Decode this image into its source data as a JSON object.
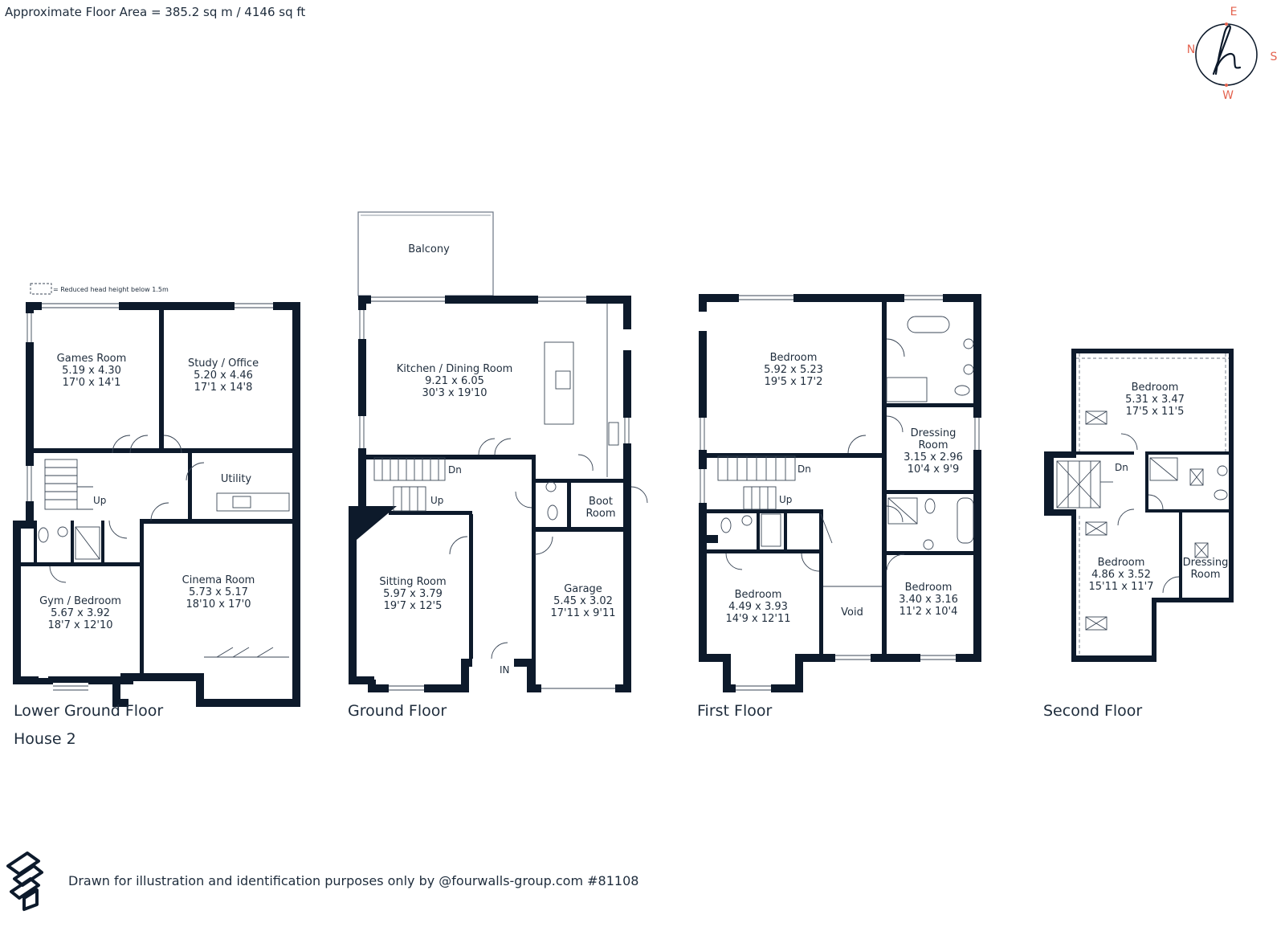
{
  "header": {
    "floor_area": "Approximate Floor Area = 385.2 sq m / 4146 sq ft"
  },
  "compass": {
    "north": "N",
    "east": "E",
    "south": "S",
    "west": "W",
    "accent_color": "#e4634f"
  },
  "legend": {
    "reduced_head_height": "= Reduced head height below 1.5m"
  },
  "floors": {
    "lower_ground": {
      "title": "Lower Ground Floor",
      "subtitle": "House 2",
      "stairs_label": "Up",
      "games": {
        "name": "Games Room",
        "metric": "5.19 x 4.30",
        "imperial": "17'0 x 14'1"
      },
      "study": {
        "name": "Study / Office",
        "metric": "5.20 x 4.46",
        "imperial": "17'1 x 14'8"
      },
      "utility": {
        "name": "Utility"
      },
      "gym": {
        "name": "Gym / Bedroom",
        "metric": "5.67 x 3.92",
        "imperial": "18'7 x 12'10"
      },
      "cinema": {
        "name": "Cinema Room",
        "metric": "5.73 x 5.17",
        "imperial": "18'10 x 17'0"
      }
    },
    "ground": {
      "title": "Ground Floor",
      "balcony": "Balcony",
      "stairs_down": "Dn",
      "stairs_up": "Up",
      "entrance": "IN",
      "kitchen": {
        "name": "Kitchen / Dining Room",
        "metric": "9.21 x 6.05",
        "imperial": "30'3 x 19'10"
      },
      "boot": {
        "line1": "Boot",
        "line2": "Room"
      },
      "sitting": {
        "name": "Sitting Room",
        "metric": "5.97 x 3.79",
        "imperial": "19'7 x 12'5"
      },
      "garage": {
        "name": "Garage",
        "metric": "5.45 x 3.02",
        "imperial": "17'11 x 9'11"
      }
    },
    "first": {
      "title": "First Floor",
      "stairs_down": "Dn",
      "stairs_up": "Up",
      "void": "Void",
      "bed1": {
        "name": "Bedroom",
        "metric": "5.92 x 5.23",
        "imperial": "19'5 x 17'2"
      },
      "dressing": {
        "line1": "Dressing",
        "line2": "Room",
        "metric": "3.15 x 2.96",
        "imperial": "10'4 x 9'9"
      },
      "bed2": {
        "name": "Bedroom",
        "metric": "4.49 x 3.93",
        "imperial": "14'9 x 12'11"
      },
      "bed3": {
        "name": "Bedroom",
        "metric": "3.40 x 3.16",
        "imperial": "11'2 x 10'4"
      }
    },
    "second": {
      "title": "Second Floor",
      "stairs_down": "Dn",
      "bed1": {
        "name": "Bedroom",
        "metric": "5.31 x 3.47",
        "imperial": "17'5 x 11'5"
      },
      "bed2": {
        "name": "Bedroom",
        "metric": "4.86 x 3.52",
        "imperial": "15'11 x 11'7"
      },
      "dressing": {
        "line1": "Dressing",
        "line2": "Room"
      }
    }
  },
  "footer": {
    "disclaimer": "Drawn for illustration and identification purposes only by @fourwalls-group.com #81108"
  }
}
